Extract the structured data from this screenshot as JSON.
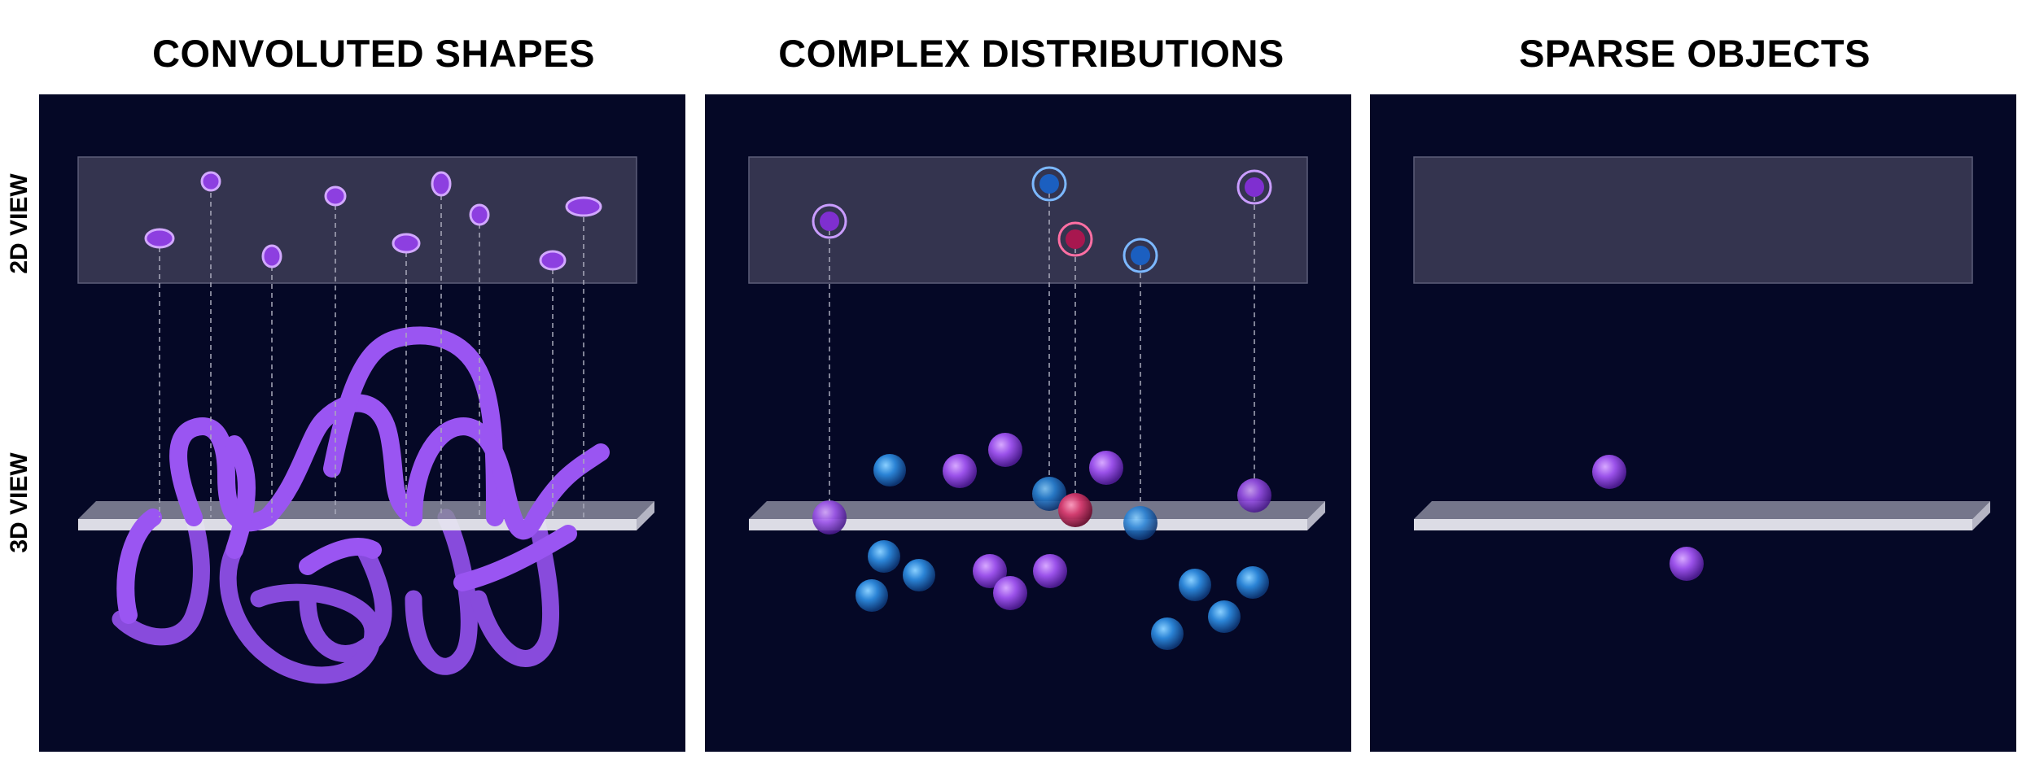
{
  "titles": [
    "CONVOLUTED SHAPES",
    "COMPLEX DISTRIBUTIONS",
    "SPARSE OBJECTS"
  ],
  "row_labels": {
    "top": "2D VIEW",
    "bottom": "3D VIEW"
  },
  "colors": {
    "background": "#050826",
    "purple": "#9a55f2",
    "blue": "#2f8fe0",
    "pink": "#e0407a",
    "view_box": "#34344f",
    "plane": "#c9c9d6"
  }
}
